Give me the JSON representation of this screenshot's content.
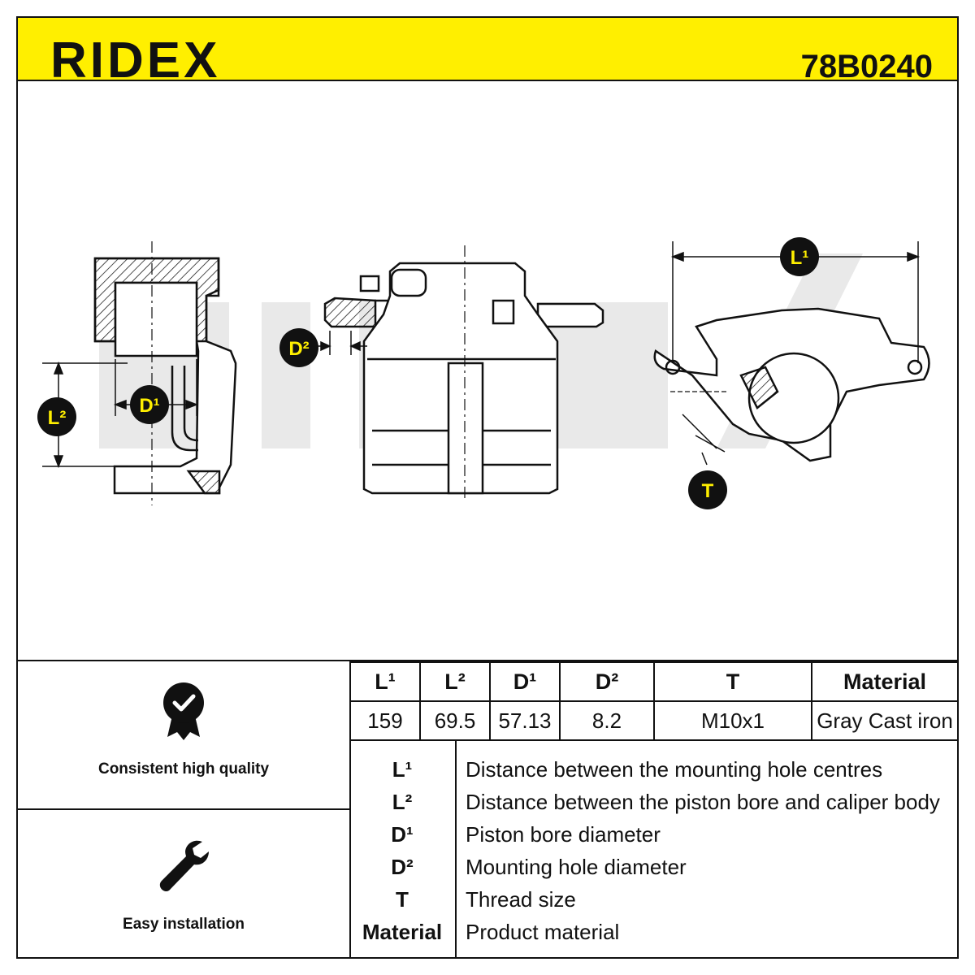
{
  "header": {
    "brand": "RIDEX",
    "part_number": "78B0240"
  },
  "callouts": {
    "l1": "L¹",
    "l2": "L²",
    "d1": "D¹",
    "d2": "D²",
    "t": "T"
  },
  "features": [
    {
      "label": "Consistent high quality",
      "icon": "quality-badge-icon"
    },
    {
      "label": "Easy installation",
      "icon": "wrench-icon"
    }
  ],
  "specs": {
    "headers": [
      "L¹",
      "L²",
      "D¹",
      "D²",
      "T",
      "Material"
    ],
    "values": [
      "159",
      "69.5",
      "57.13",
      "8.2",
      "M10x1",
      "Gray Cast iron"
    ]
  },
  "legend": [
    {
      "key": "L¹",
      "desc": "Distance between the mounting hole centres"
    },
    {
      "key": "L²",
      "desc": "Distance between the piston bore and caliper body"
    },
    {
      "key": "D¹",
      "desc": "Piston bore diameter"
    },
    {
      "key": "D²",
      "desc": "Mounting hole diameter"
    },
    {
      "key": "T",
      "desc": "Thread size"
    },
    {
      "key": "Material",
      "desc": "Product material"
    }
  ],
  "colors": {
    "accent": "#ffef00",
    "ink": "#111111",
    "watermark": "#e6e6e6"
  }
}
